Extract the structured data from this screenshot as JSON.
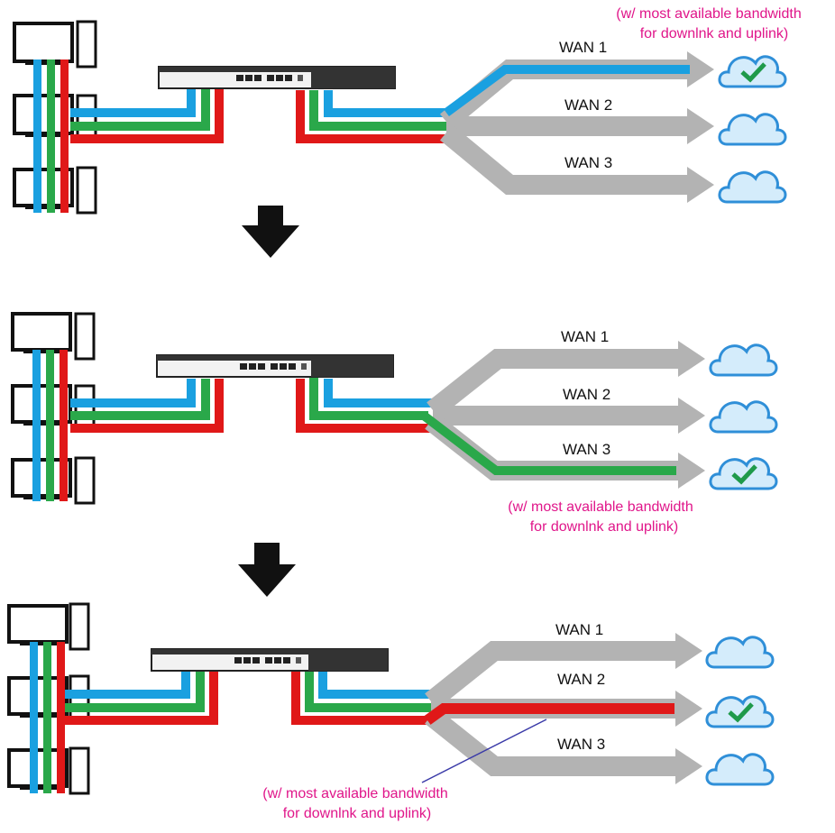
{
  "colors": {
    "trunk": "#b3b3b3",
    "blue": "#1aa0e0",
    "green": "#2aa84a",
    "red": "#e01818",
    "note": "#e0168a",
    "check": "#1f9a4a",
    "cloud_fill": "#d4ecfb",
    "cloud_stroke": "#2f8fd8",
    "arrow": "#111111",
    "pointer": "#3a3aa8"
  },
  "scenarios": [
    {
      "wan_labels": [
        "WAN 1",
        "WAN 2",
        "WAN 3"
      ],
      "selected": "WAN 1",
      "selected_color": "blue",
      "note_line1": "(w/ most available bandwidth",
      "note_line2": "for downlnk and uplink)"
    },
    {
      "wan_labels": [
        "WAN 1",
        "WAN 2",
        "WAN 3"
      ],
      "selected": "WAN 3",
      "selected_color": "green",
      "note_line1": "(w/ most available bandwidth",
      "note_line2": "for downlnk and uplink)"
    },
    {
      "wan_labels": [
        "WAN 1",
        "WAN 2",
        "WAN 3"
      ],
      "selected": "WAN 2",
      "selected_color": "red",
      "note_line1": "(w/ most available bandwidth",
      "note_line2": "for downlnk and uplink)"
    }
  ],
  "icons": {
    "computer": "desktop-computer-icon",
    "router": "load-balancer-router-icon",
    "cloud": "cloud-icon",
    "check": "checkmark-icon",
    "step_arrow": "down-arrow-icon"
  }
}
